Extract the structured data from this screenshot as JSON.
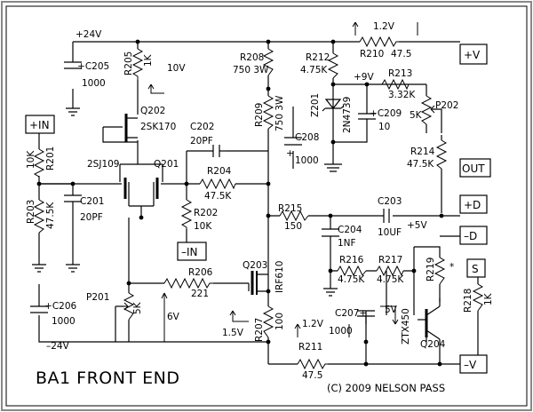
{
  "title": "BA1 FRONT END",
  "copyright": "(C) 2009 NELSON PASS",
  "terminals": {
    "plus_in": "+IN",
    "minus_in": "–IN",
    "plus_v": "+V",
    "out": "OUT",
    "plus_d": "+D",
    "minus_d": "–D",
    "s": "S",
    "minus_v": "–V"
  },
  "rails": {
    "plus24": "+24V",
    "minus24": "–24V",
    "plus9": "+9V",
    "plus5": "+5V"
  },
  "voltages": {
    "v10": "10V",
    "v6": "6V",
    "v1_5": "1.5V",
    "v1_2_top": "1.2V",
    "v1_2_bot": "1.2V",
    "v5": "5V"
  },
  "components": {
    "R205": {
      "ref": "R205",
      "value": "1K"
    },
    "C205": {
      "ref": "C205",
      "value": "1000"
    },
    "Q202": {
      "ref": "Q202",
      "part": "2SK170"
    },
    "R201": {
      "ref": "R201",
      "value": "10K"
    },
    "Q201": {
      "ref": "Q201",
      "part": "2SJ109"
    },
    "R203": {
      "ref": "R203",
      "value": "47.5K"
    },
    "C201": {
      "ref": "C201",
      "value": "20PF"
    },
    "C202": {
      "ref": "C202",
      "value": "20PF"
    },
    "R204": {
      "ref": "R204",
      "value": "47.5K"
    },
    "R202": {
      "ref": "R202",
      "value": "10K"
    },
    "R208": {
      "ref": "R208",
      "value": "750 3W"
    },
    "R209": {
      "ref": "R209",
      "value": "750 3W"
    },
    "C208": {
      "ref": "C208",
      "value": "1000"
    },
    "R212": {
      "ref": "R212",
      "value": "4.75K"
    },
    "Z201": {
      "ref": "Z201",
      "part": "2N4739"
    },
    "C209": {
      "ref": "C209",
      "value": "10"
    },
    "R210": {
      "ref": "R210",
      "value": "47.5"
    },
    "R213": {
      "ref": "R213",
      "value": "3.32K"
    },
    "P202": {
      "ref": "P202",
      "value": "5K"
    },
    "R214": {
      "ref": "R214",
      "value": "47.5K"
    },
    "R215": {
      "ref": "R215",
      "value": "150"
    },
    "C203": {
      "ref": "C203",
      "value": "10UF"
    },
    "C204": {
      "ref": "C204",
      "value": "1NF"
    },
    "R216": {
      "ref": "R216",
      "value": "4.75K"
    },
    "R217": {
      "ref": "R217",
      "value": "4.75K"
    },
    "R219": {
      "ref": "R219",
      "value": "*"
    },
    "R218": {
      "ref": "R218",
      "value": "1K"
    },
    "Q203": {
      "ref": "Q203",
      "part": "IRF610"
    },
    "R206": {
      "ref": "R206",
      "value": "221"
    },
    "C206": {
      "ref": "C206",
      "value": "1000"
    },
    "P201": {
      "ref": "P201",
      "value": "5K"
    },
    "R207": {
      "ref": "R207",
      "value": "100"
    },
    "C207": {
      "ref": "C207",
      "value": "1000"
    },
    "R211": {
      "ref": "R211",
      "value": "47.5"
    },
    "Q204": {
      "ref": "Q204",
      "part": "ZTX450"
    }
  }
}
